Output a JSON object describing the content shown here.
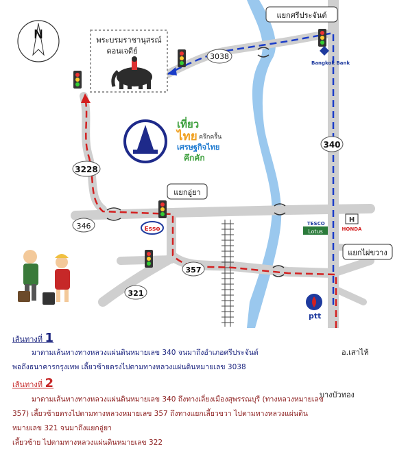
{
  "map": {
    "labels": {
      "intersection_sri_prachan": "แยกศรีประจันต์",
      "intersection_u_yaa": "แยกอู่ยา",
      "intersection_phai_khwang": "แยกไผ่ขวาง",
      "bang_bua_thong": "บางบัวทอง",
      "north": "N",
      "monument_line1": "พระบรมราชานุสรณ์",
      "monument_line2": "ดอนเจดีย์",
      "promo_line1": "เที่ยว",
      "promo_line2": "ไทย",
      "promo_line3": "ครึกครื้น",
      "promo_line4": "เศรษฐกิจไทย",
      "promo_line5": "คึกคัก",
      "bank_name": "Bangkok Bank",
      "esso": "Esso",
      "tesco": "TESCO",
      "lotus": "Lotus",
      "honda": "HONDA",
      "ptt": "ptt",
      "suphan": "อ.เสาไห้"
    },
    "road_numbers": {
      "r3038": "3038",
      "r340": "340",
      "r3228": "3228",
      "r346": "346",
      "r357": "357",
      "r321": "321"
    },
    "colors": {
      "route1": "#1a3cc8",
      "route2": "#d32020",
      "road": "#cfcfcf",
      "river": "#9ac8ee"
    }
  },
  "directions": {
    "route1_heading": "เส้นทางที่",
    "route1_number": "1",
    "route1_text_a": "มาตามเส้นทางทางหลวงแผ่นดินหมายเลข 340 จนมาถึงอำเภอศรีประจันต์",
    "route1_text_b": "พอถึงธนาคารกรุงเทพ เลี้ยวซ้ายตรงไปตามทางหลวงแผ่นดินหมายเลข 3038",
    "route2_heading": "เส้นทางที่",
    "route2_number": "2",
    "route2_text_a": "มาตามเส้นทางทางหลวงแผ่นดินหมายเลข 340 ถึงทางเลี่ยงเมืองสุพรรณบุรี (ทางหลวงหมายเลข",
    "route2_text_b": "357) เลี้ยวซ้ายตรงไปตามทางหลวงหมายเลข 357 ถึงทางแยกเลี้ยวขวา ไปตามทางหลวงแผ่นดิน",
    "route2_text_c": "หมายเลข 321 จนมาถึงแยกอู่ยา",
    "route2_text_d": "เลี้ยวซ้าย ไปตามทางหลวงแผ่นดินหมายเลข 322"
  }
}
